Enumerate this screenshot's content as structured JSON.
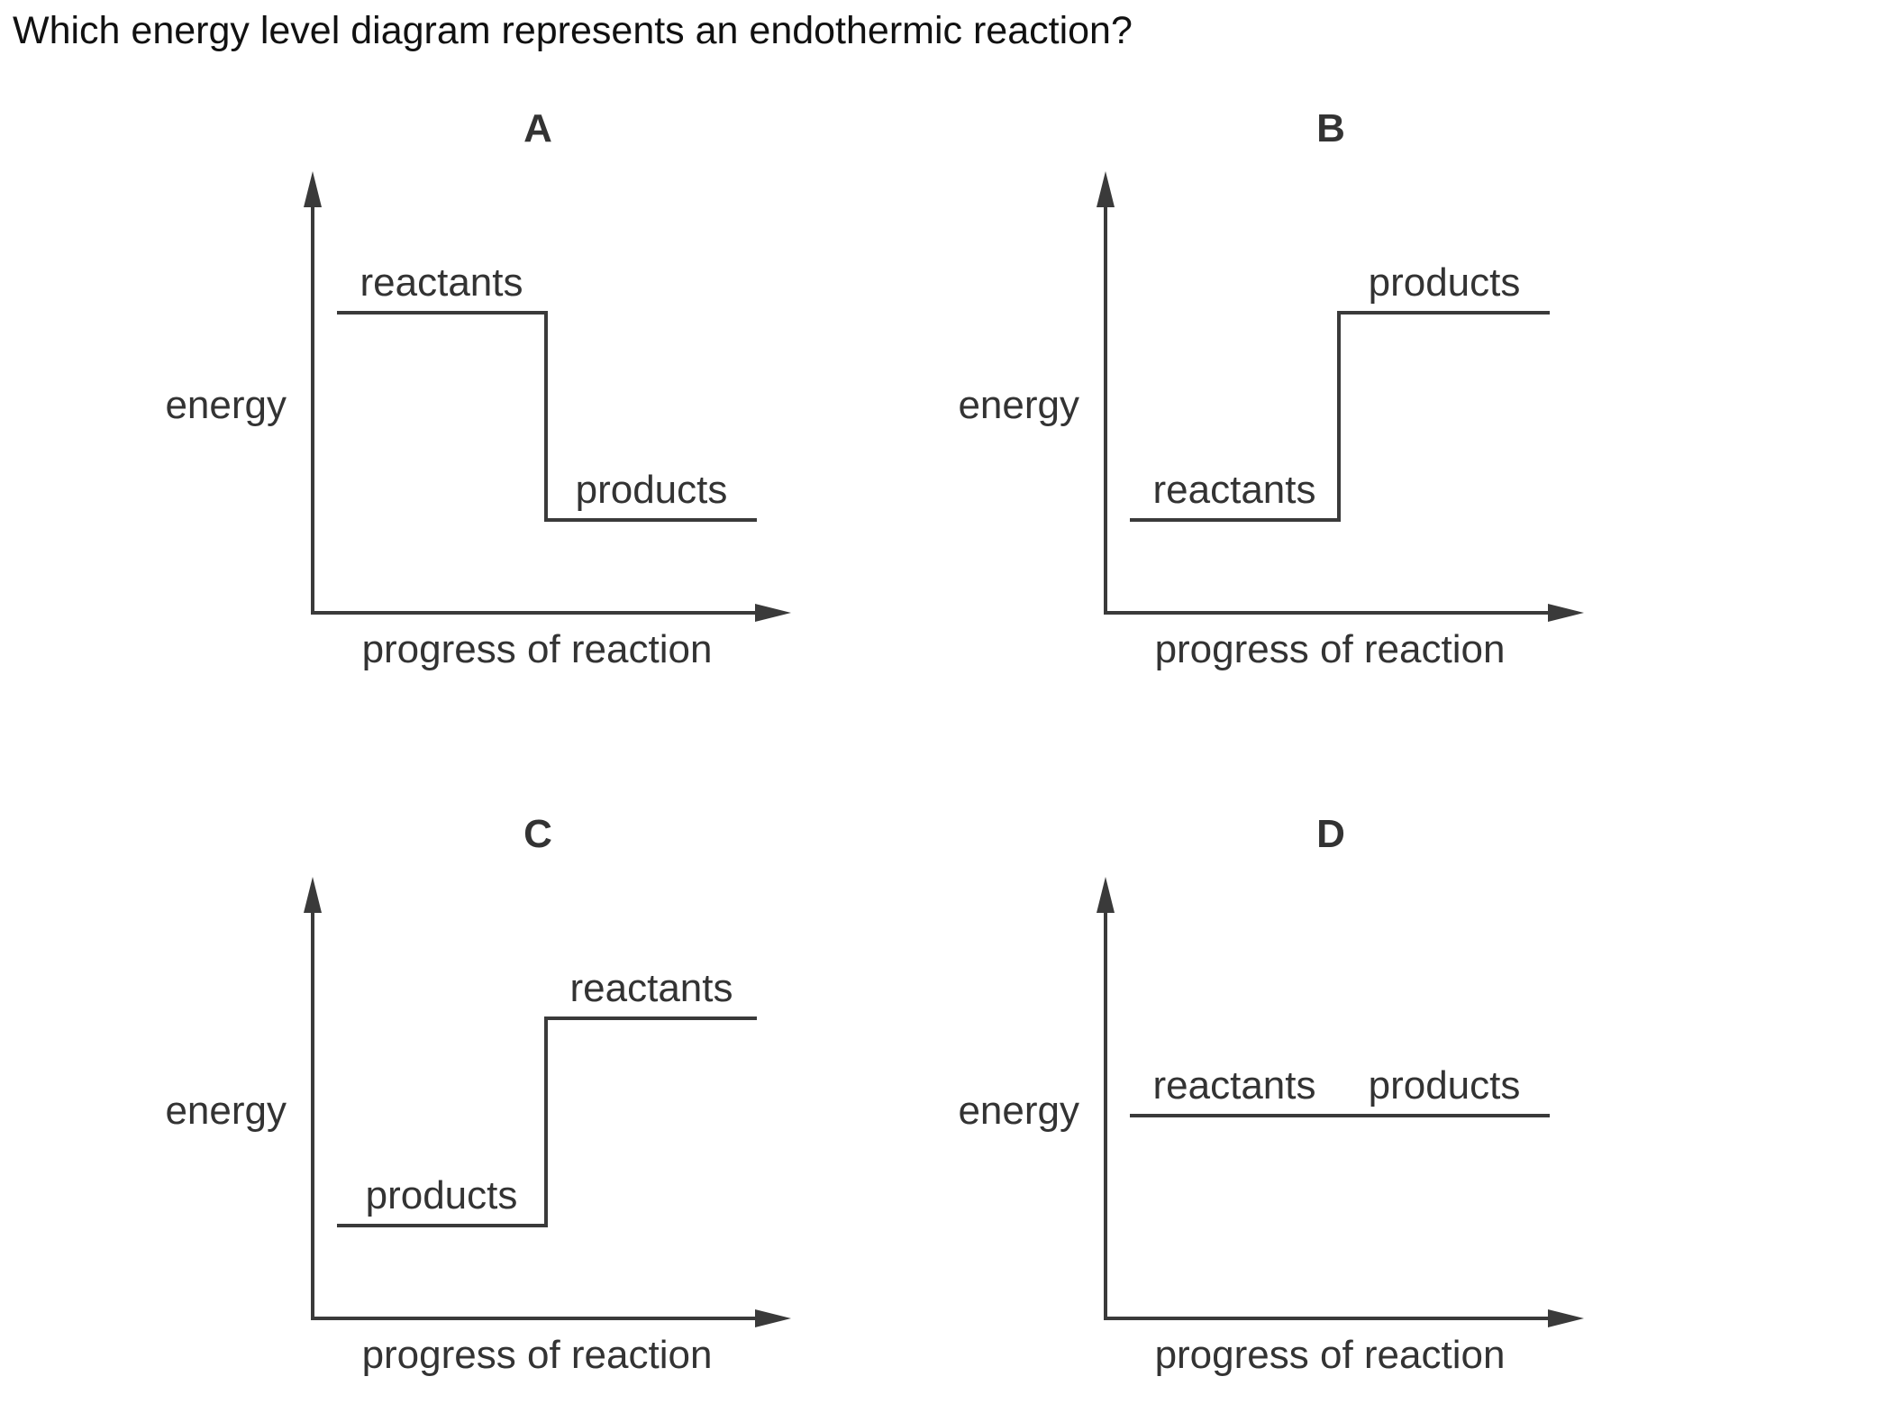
{
  "question": "Which energy level diagram represents an endothermic reaction?",
  "axes": {
    "y_label": "energy",
    "x_label": "progress of reaction"
  },
  "diagrams": [
    {
      "id": "A",
      "label": "A",
      "reactants_label": "reactants",
      "products_label": "products",
      "reactants_level": "high",
      "products_level": "low"
    },
    {
      "id": "B",
      "label": "B",
      "reactants_label": "reactants",
      "products_label": "products",
      "reactants_level": "low",
      "products_level": "high"
    },
    {
      "id": "C",
      "label": "C",
      "reactants_label": "reactants",
      "products_label": "products",
      "reactants_level": "high",
      "products_level": "low",
      "layout_note": "products on left, reactants on right"
    },
    {
      "id": "D",
      "label": "D",
      "reactants_label": "reactants",
      "products_label": "products",
      "reactants_level": "mid",
      "products_level": "mid"
    }
  ]
}
